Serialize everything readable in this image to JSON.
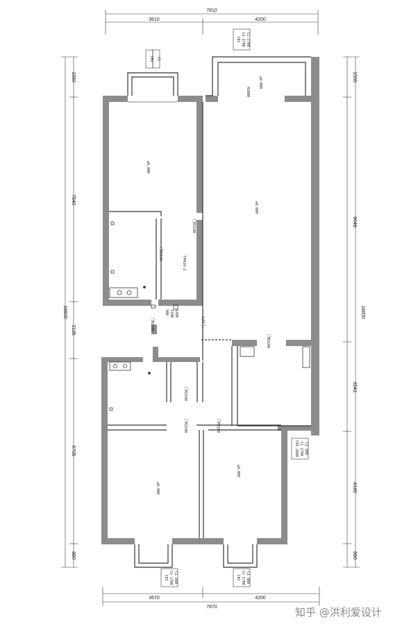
{
  "dimensions": {
    "top_total": "7810",
    "top_left": "3610",
    "top_right": "4200",
    "bottom_total": "7870",
    "bottom_left": "3670",
    "bottom_right": "4200",
    "left_1": "1550",
    "left_2": "7540",
    "left_3": "2135",
    "left_4": "6705",
    "left_5": "880",
    "left_total": "18800",
    "right_1": "1550",
    "right_2": "9048",
    "right_3": "3343",
    "right_4": "4180",
    "right_5": "880",
    "right_total": "18800"
  },
  "window_tags": {
    "top_left": [
      "C01",
      "C1",
      "C08"
    ],
    "top_right": [
      "C01",
      "C1 2700",
      "C1 1700"
    ],
    "right_mid": [
      "C01 2800",
      "C1 1700",
      "C1 880"
    ],
    "bottom_left": [
      "C01",
      "C1 1700",
      "C1 880"
    ],
    "bottom_right": [
      "C01",
      "C1 1700",
      "C1 880"
    ]
  },
  "room_labels": {
    "bedroom_top": "±0.000",
    "living": "±0.000",
    "bedroom_bottom_left": "±0.000",
    "bedroom_bottom_right": "±0.000",
    "balcony_top_right": "±0.000"
  },
  "notes": {
    "living_height": "H2800",
    "door_1": "门M2100",
    "door_2": "门M2100",
    "door_3": "门M2100",
    "door_4": "门M2100",
    "door_5": "门M2100",
    "door_6": "门M2100",
    "door_7": "门M2100",
    "toilet_sign": "下M410-2",
    "entry": "入户门",
    "stair_notes": [
      "900",
      "2100",
      "1200"
    ]
  },
  "watermark": "知乎 @洪利爱设计"
}
